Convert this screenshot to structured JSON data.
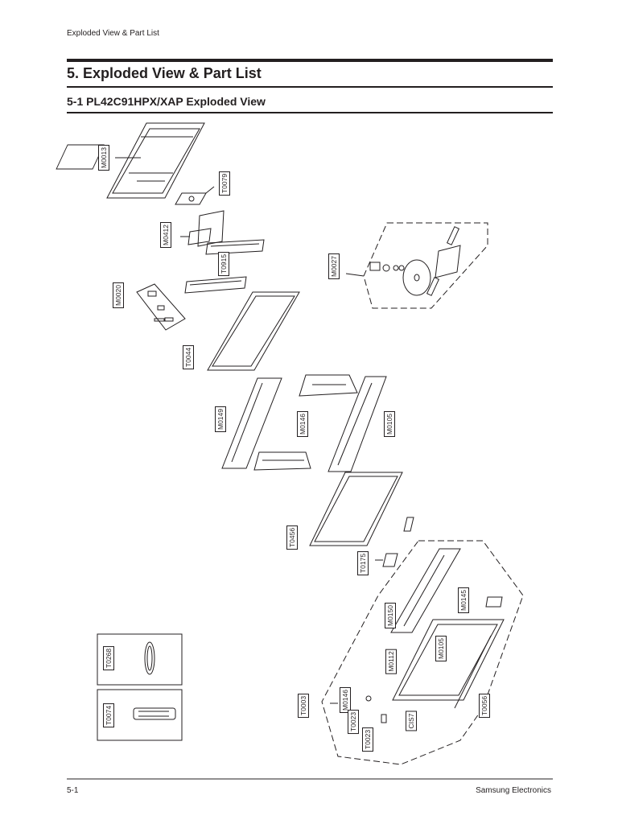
{
  "header": {
    "running_head": "Exploded View & Part List",
    "section_title": "5. Exploded View & Part List",
    "subsection_title": "5-1 PL42C91HPX/XAP Exploded View"
  },
  "parts": {
    "m0013": "M0013",
    "t0079": "T0079",
    "m0412": "M0412",
    "t0915": "T0915",
    "m0020": "M0020",
    "m0027": "M0027",
    "t0044": "T0044",
    "m0149": "M0149",
    "m0146_top": "M0146",
    "m0105_top": "M0105",
    "t0456": "T0456",
    "t0175": "T0175",
    "m0150": "M0150",
    "m0145": "M0145",
    "m0112": "M0112",
    "m0105_bottom": "M0105",
    "t0003": "T0003",
    "m0146_bottom": "M0146",
    "t0023_a": "T0023",
    "t0023_b": "T0023",
    "cis7": "CIS7",
    "t0056": "T0056",
    "t0268": "T0268",
    "t0074": "T0074"
  },
  "footer": {
    "page_number": "5-1",
    "brand": "Samsung Electronics"
  }
}
